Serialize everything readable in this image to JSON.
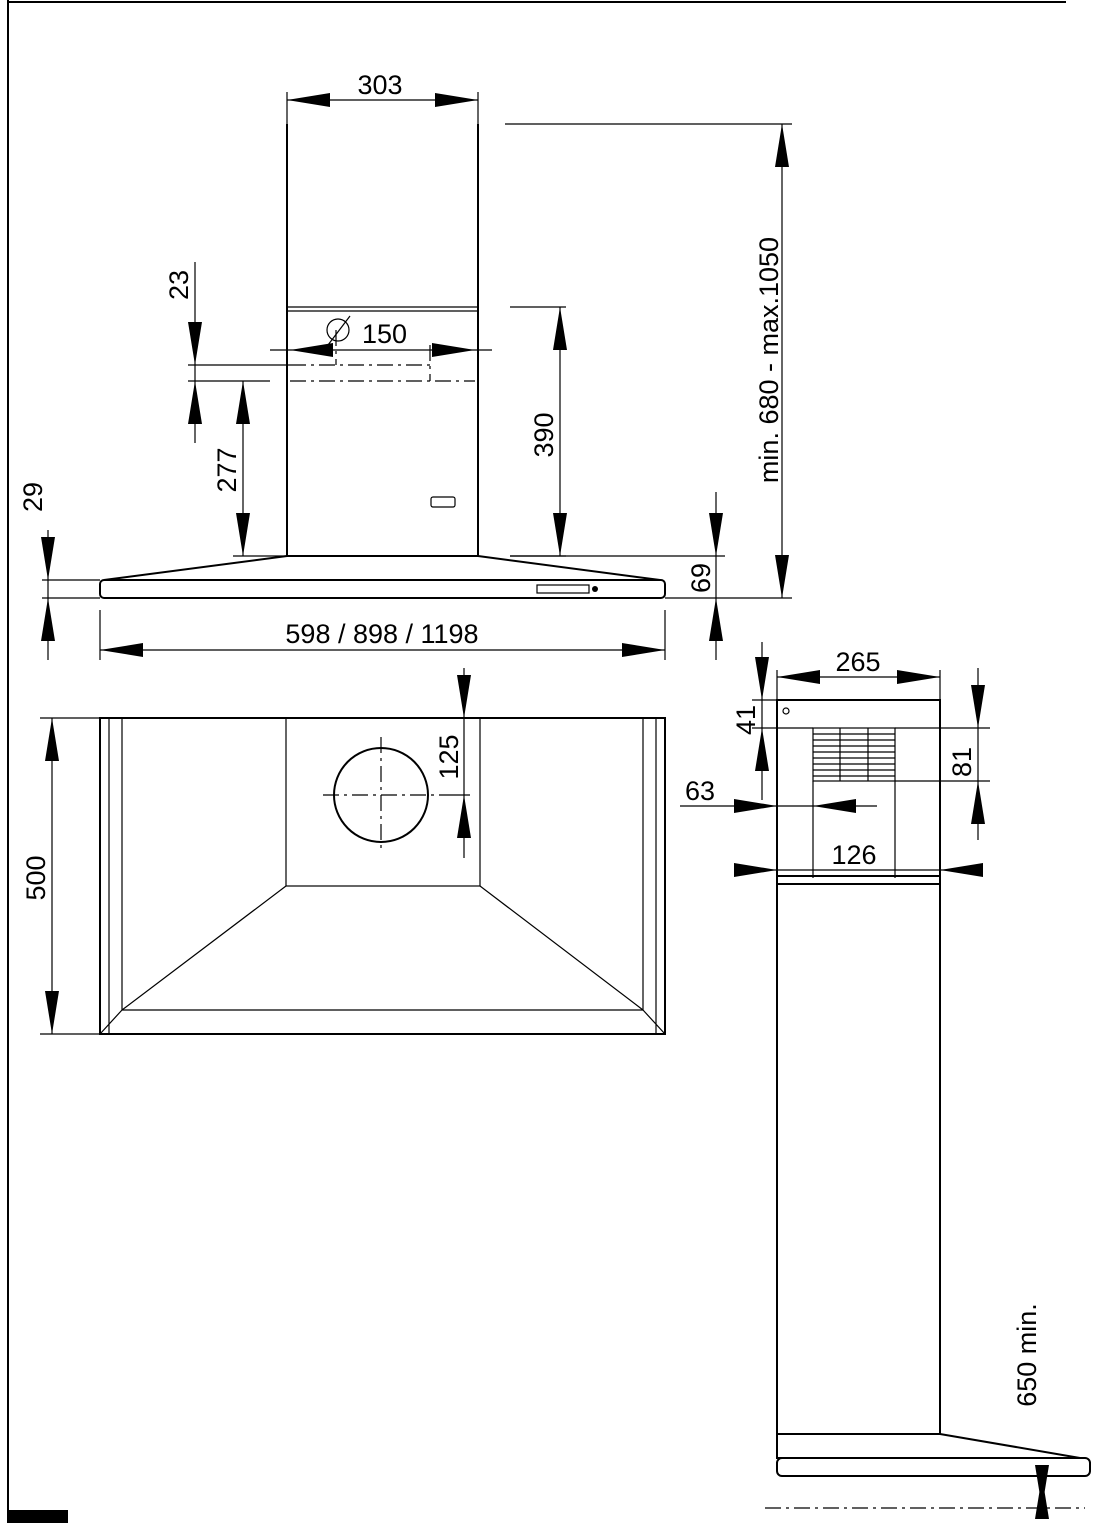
{
  "dimensions": {
    "top_width": "303",
    "total_height": "min. 680 - max.1050",
    "duct_diameter": "150",
    "duct_offset": "23",
    "outlet_height": "277",
    "chimney_height": "390",
    "canopy_thickness": "29",
    "canopy_height": "69",
    "widths": "598 / 898 / 1198",
    "depth": "500",
    "duct_center_offset": "125",
    "side_width": "265",
    "side_top": "41",
    "vent_height": "81",
    "vent_offset": "63",
    "vent_width": "126",
    "min_cooktop_distance": "650 min."
  },
  "symbols": {
    "diameter": "diameter-symbol"
  }
}
